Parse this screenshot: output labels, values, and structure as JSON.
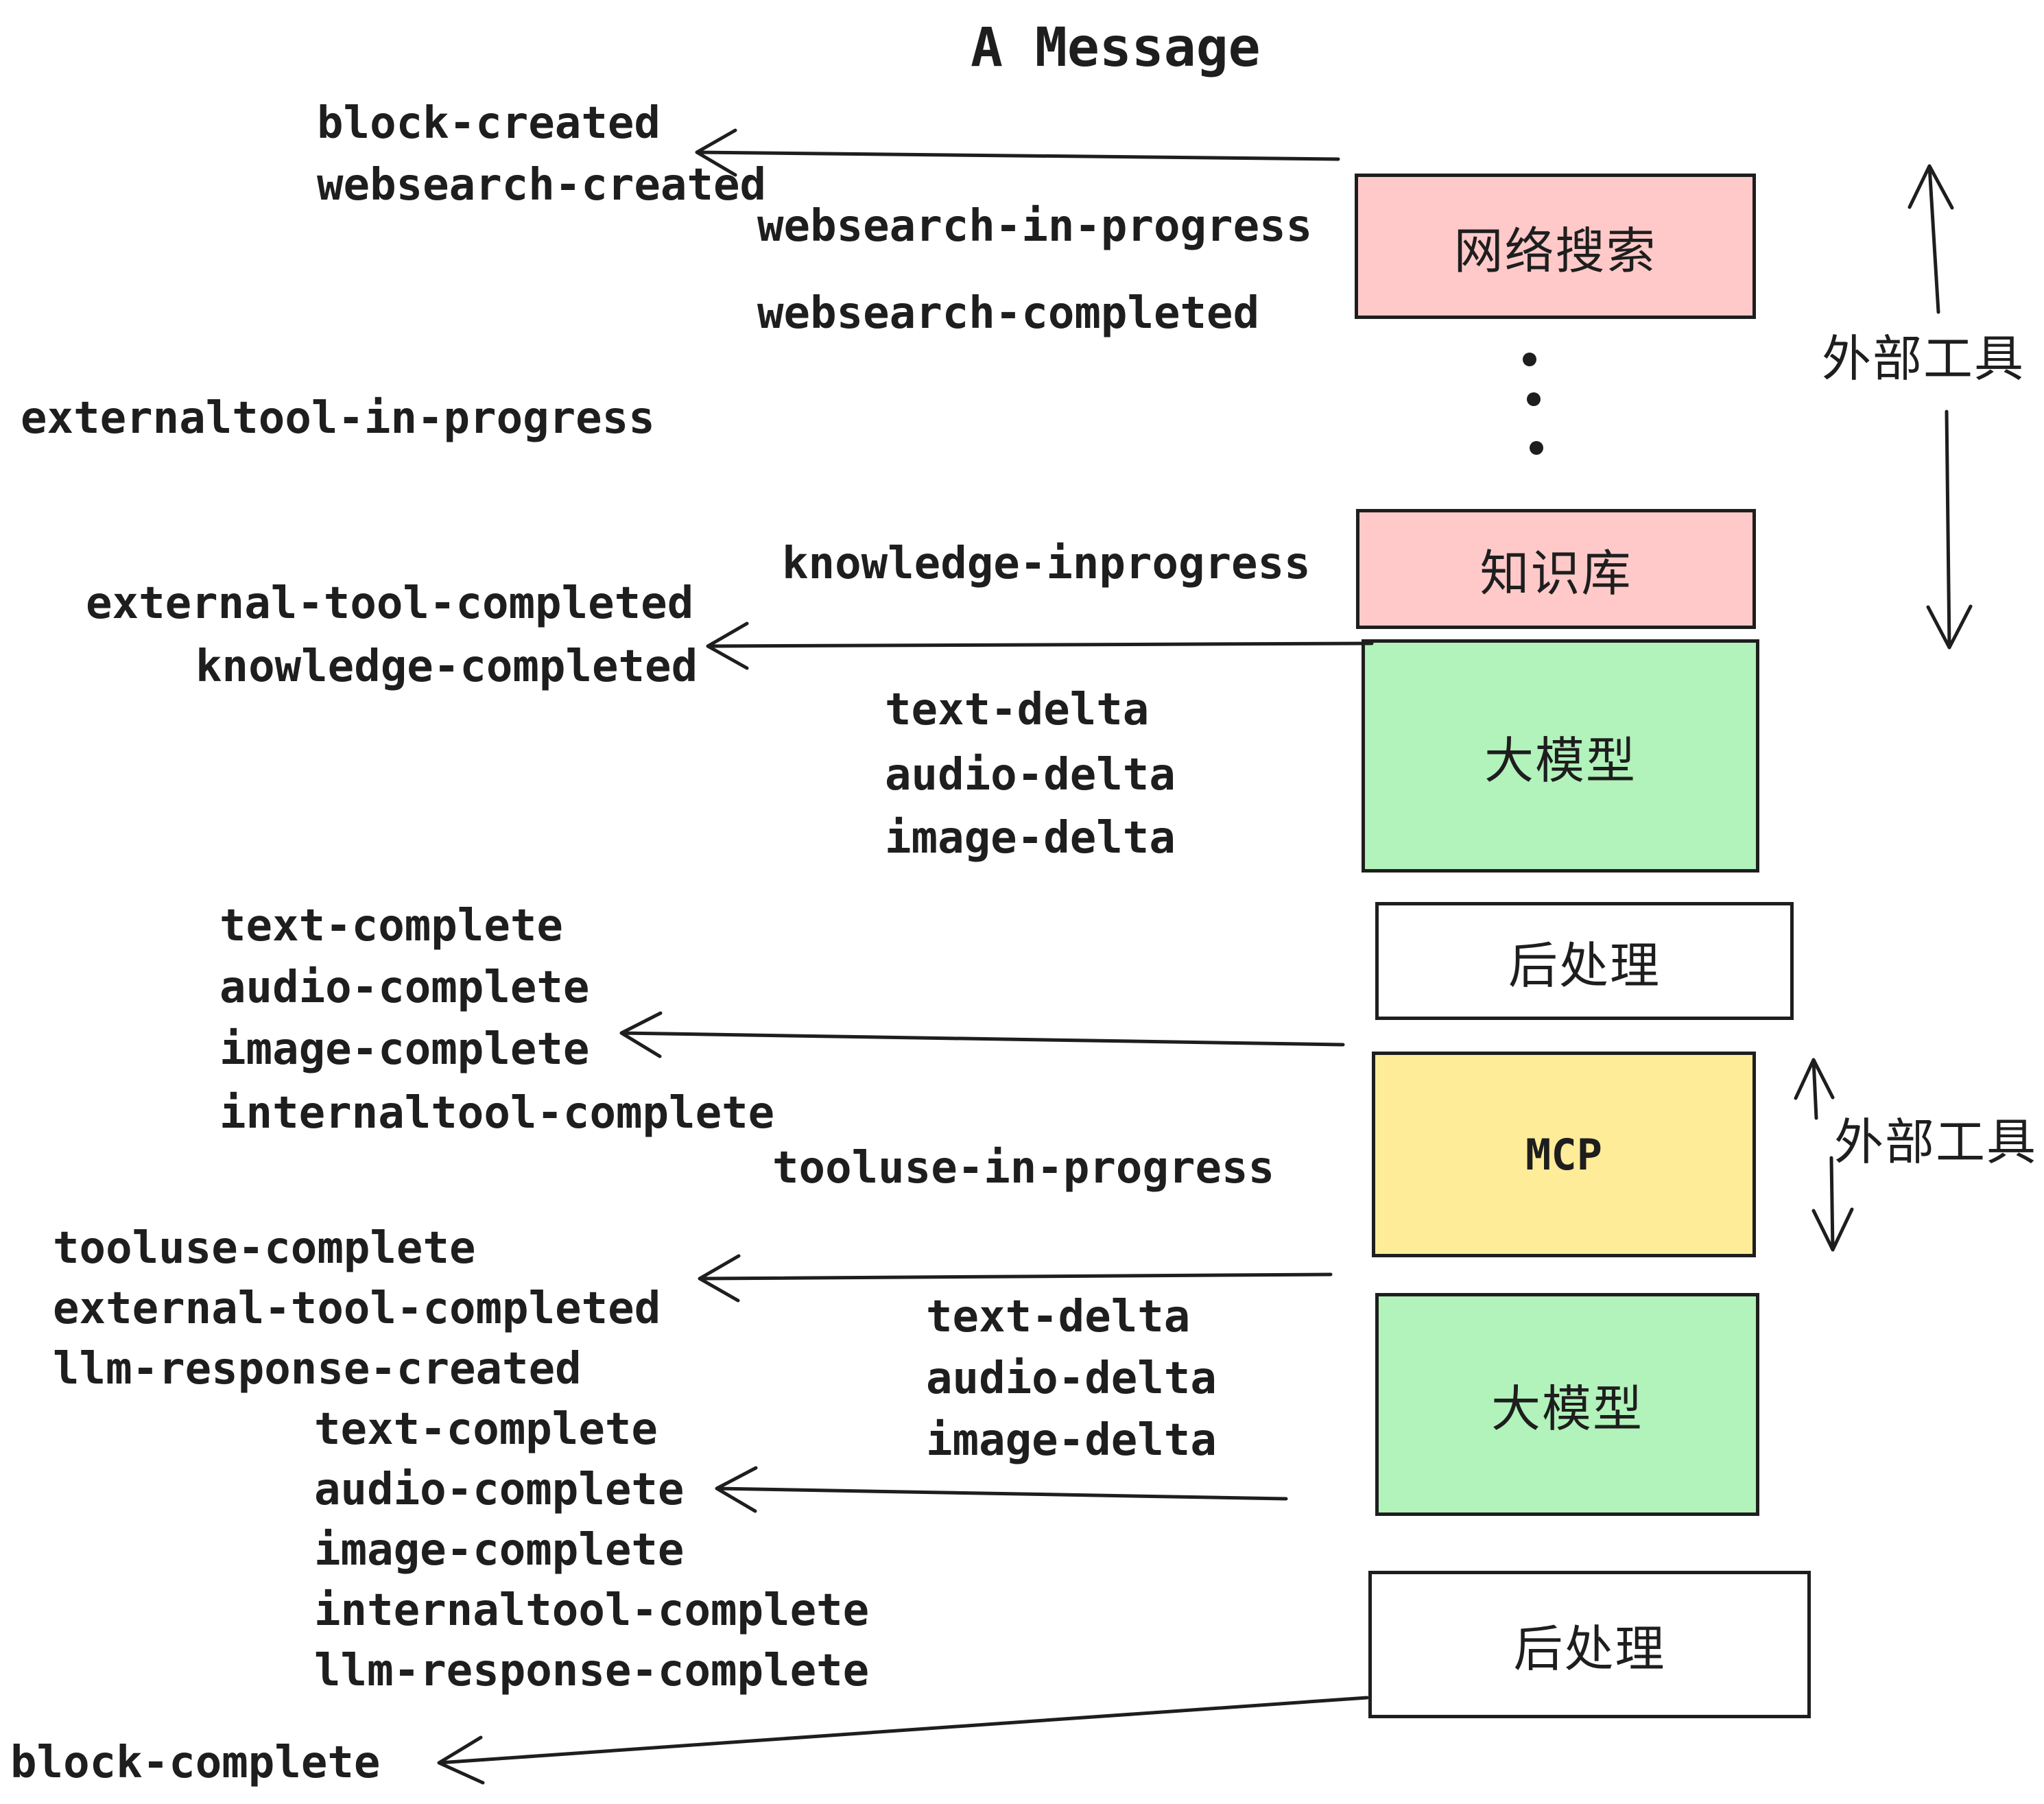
{
  "title": "A Message",
  "events": [
    "block-created",
    "websearch-created",
    "websearch-in-progress",
    "websearch-completed",
    "externaltool-in-progress",
    "knowledge-inprogress",
    "external-tool-completed",
    "knowledge-completed",
    "text-delta",
    "audio-delta",
    "image-delta",
    "text-complete",
    "audio-complete",
    "image-complete",
    "internaltool-complete",
    "tooluse-in-progress",
    "tooluse-complete",
    "external-tool-completed",
    "llm-response-created",
    "text-complete",
    "audio-complete",
    "image-complete",
    "internaltool-complete",
    "llm-response-complete",
    "text-delta",
    "audio-delta",
    "image-delta",
    "block-complete"
  ],
  "boxes": [
    {
      "id": "websearch",
      "label": "网络搜索",
      "fill": "#ffc9c9"
    },
    {
      "id": "knowledge",
      "label": "知识库",
      "fill": "#ffc9c9"
    },
    {
      "id": "llm-1",
      "label": "大模型",
      "fill": "#b2f2bb"
    },
    {
      "id": "post-1",
      "label": "后处理",
      "fill": "#ffffff"
    },
    {
      "id": "mcp",
      "label": "MCP",
      "fill": "#ffec99"
    },
    {
      "id": "llm-2",
      "label": "大模型",
      "fill": "#b2f2bb"
    },
    {
      "id": "post-2",
      "label": "后处理",
      "fill": "#ffffff"
    }
  ],
  "side_labels": [
    "外部工具",
    "外部工具"
  ],
  "ellipsis_dot_count": 3,
  "colors": {
    "stroke": "#1e1e1e",
    "pink": "#ffc9c9",
    "green": "#b2f2bb",
    "yellow": "#ffec99",
    "white": "#ffffff",
    "text": "#1e1e1e"
  }
}
